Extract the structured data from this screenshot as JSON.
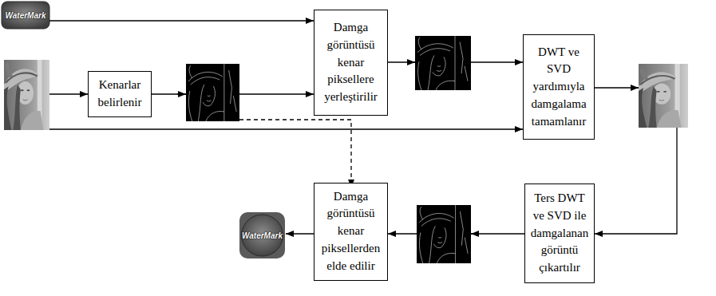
{
  "diagram": {
    "nodes": [
      {
        "text": [
          "Kenarlar belirlenir"
        ]
      },
      {
        "text": [
          "Damga görüntüsü kenar piksellere yerleştirilir"
        ]
      },
      {
        "text": [
          "DWT ve SVD yardımıyla damgalama tamamlanır"
        ]
      },
      {
        "text": [
          "Ters DWT ve SVD ile damgalanan görüntü çıkartılır"
        ]
      },
      {
        "text": [
          "Damga görüntüsü kenar piksellerden elde edilir"
        ]
      }
    ],
    "edges": [
      {
        "from": 0,
        "to": 1,
        "arrow": "to"
      },
      {
        "from": 1,
        "to": 2,
        "arrow": "to"
      },
      {
        "from": 2,
        "to": 3,
        "arrow": "to"
      },
      {
        "from": 3,
        "to": 4,
        "arrow": "to"
      }
    ],
    "labels": [
      "WaterMark",
      "WaterMark"
    ]
  }
}
